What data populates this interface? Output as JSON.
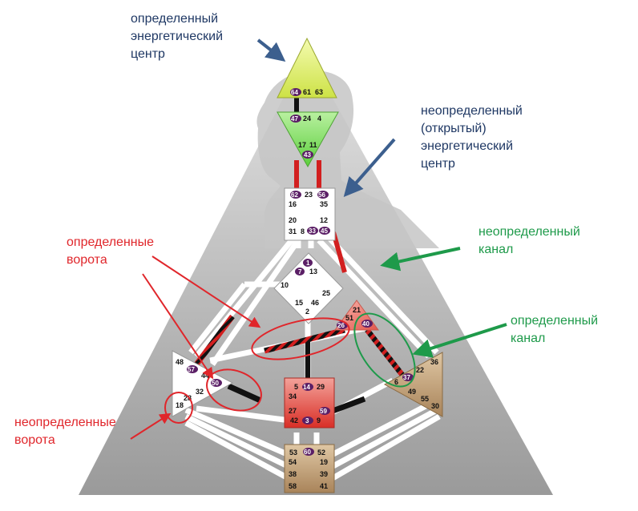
{
  "colors": {
    "label_navy": "#1f3864",
    "label_green": "#1e9a4a",
    "label_red": "#e0262b",
    "arrow_blue": "#3c5f8e",
    "head_center": "#e7f46b",
    "ajna_center": "#8fe36a",
    "sacral_center": "#e2453e",
    "root_center": "#c9a57a",
    "spleen_center": "#ffffff",
    "solar_plexus_center": "#c9a57a",
    "defined_gate_badge": "#5b1f66"
  },
  "annotations": {
    "defined_center": [
      "определенный",
      "энергетический",
      "центр"
    ],
    "undefined_center": [
      "неопределенный",
      "(открытый)",
      "энергетический",
      "центр"
    ],
    "undefined_channel": [
      "неопределенный",
      "канал"
    ],
    "defined_gates": [
      "определенные",
      "ворота"
    ],
    "defined_channel": [
      "определенный",
      "канал"
    ],
    "undefined_gates": [
      "неопределенные",
      "ворота"
    ]
  },
  "gates": {
    "head": [
      "64",
      "61",
      "63"
    ],
    "ajna_top": [
      "47",
      "24",
      "4"
    ],
    "ajna_bottom": [
      "17",
      "11",
      "43"
    ],
    "throat": [
      "62",
      "23",
      "56",
      "16",
      "35",
      "20",
      "12",
      "31",
      "8",
      "33",
      "45"
    ],
    "g_center": [
      "1",
      "7",
      "13",
      "10",
      "25",
      "15",
      "46",
      "2"
    ],
    "heart": [
      "21",
      "51",
      "26",
      "40"
    ],
    "spleen": [
      "48",
      "57",
      "44",
      "50",
      "32",
      "28",
      "18"
    ],
    "sacral": [
      "5",
      "14",
      "29",
      "34",
      "27",
      "59",
      "42",
      "3",
      "9"
    ],
    "solar_plexus": [
      "36",
      "22",
      "37",
      "6",
      "49",
      "55",
      "30"
    ],
    "root": [
      "53",
      "60",
      "52",
      "54",
      "19",
      "38",
      "39",
      "58",
      "41"
    ]
  }
}
